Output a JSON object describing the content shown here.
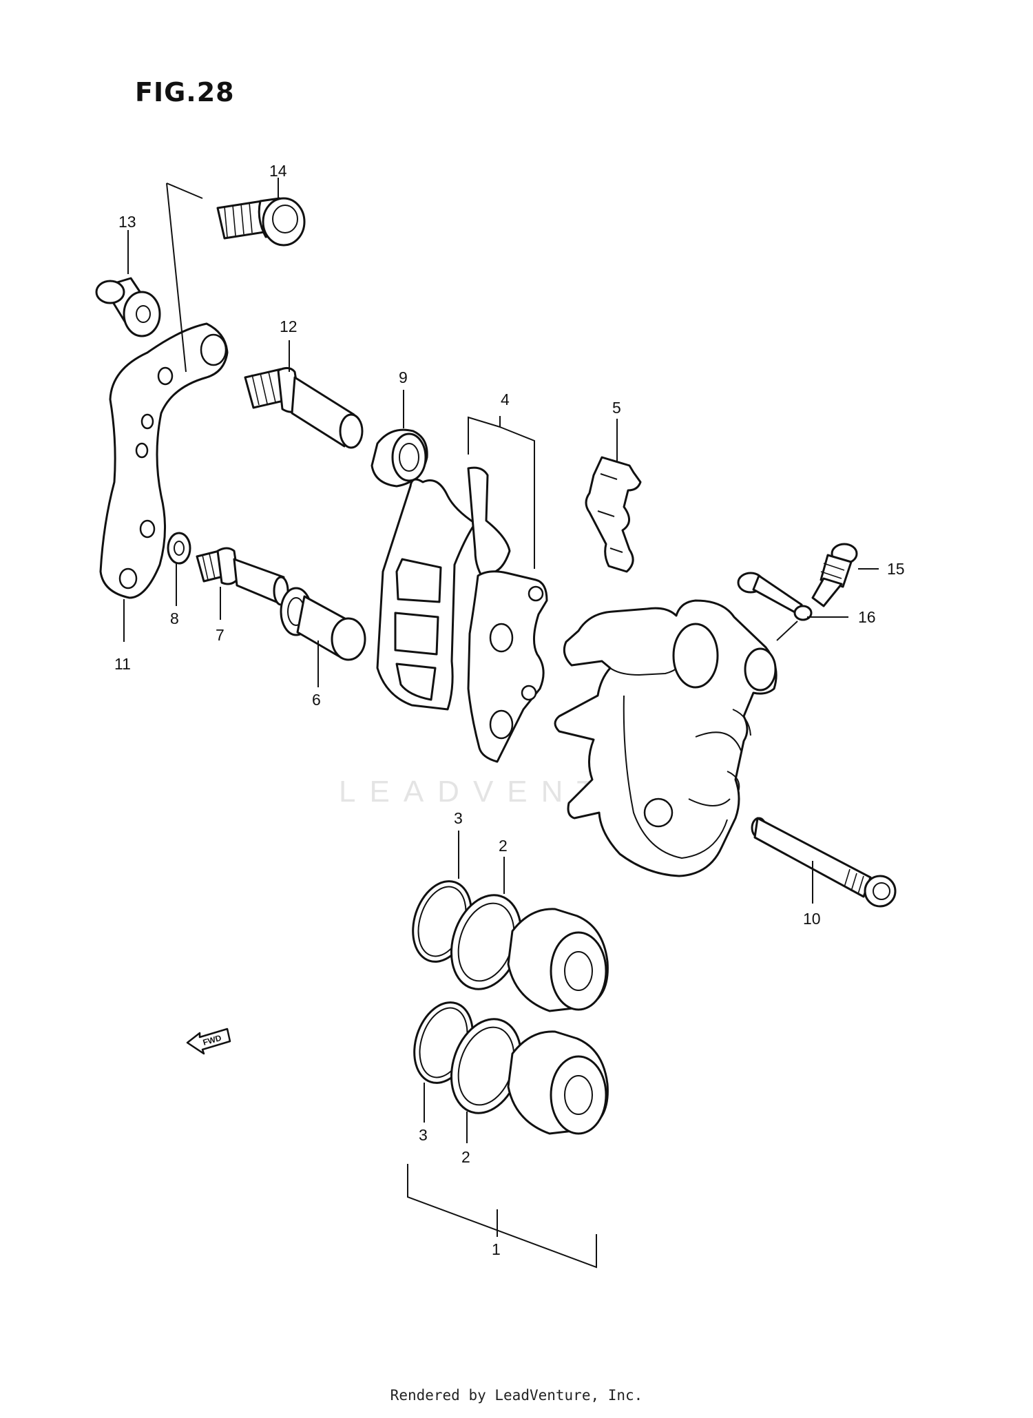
{
  "figure": {
    "title": "FIG.28",
    "watermark": "LEADVENTURE",
    "direction_marker": "FWD",
    "footer": "Rendered by LeadVenture, Inc."
  },
  "callouts": [
    "1",
    "2",
    "2",
    "3",
    "3",
    "4",
    "5",
    "6",
    "7",
    "8",
    "9",
    "10",
    "11",
    "12",
    "13",
    "14",
    "15",
    "16"
  ]
}
